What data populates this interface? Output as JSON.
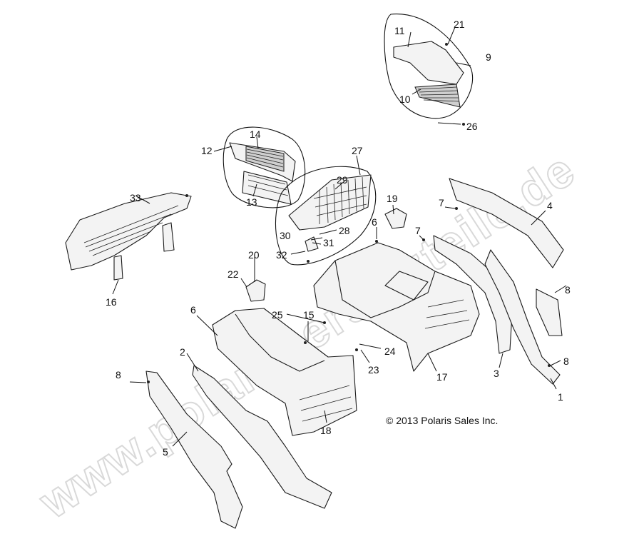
{
  "watermark": "www.polaris-ersatzteile.de",
  "copyright": "© 2013 Polaris Sales Inc.",
  "callouts": {
    "c1": "1",
    "c2": "2",
    "c3": "3",
    "c4": "4",
    "c5": "5",
    "c6a": "6",
    "c6b": "6",
    "c7a": "7",
    "c7b": "7",
    "c8a": "8",
    "c8b": "8",
    "c8c": "8",
    "c9": "9",
    "c10": "10",
    "c11": "11",
    "c12": "12",
    "c13": "13",
    "c14": "14",
    "c15": "15",
    "c16": "16",
    "c17": "17",
    "c18": "18",
    "c19": "19",
    "c20": "20",
    "c21": "21",
    "c22": "22",
    "c23": "23",
    "c24": "24",
    "c25": "25",
    "c26": "26",
    "c27": "27",
    "c28": "28",
    "c29": "29",
    "c30": "30",
    "c31": "31",
    "c32": "32",
    "c33": "33"
  }
}
